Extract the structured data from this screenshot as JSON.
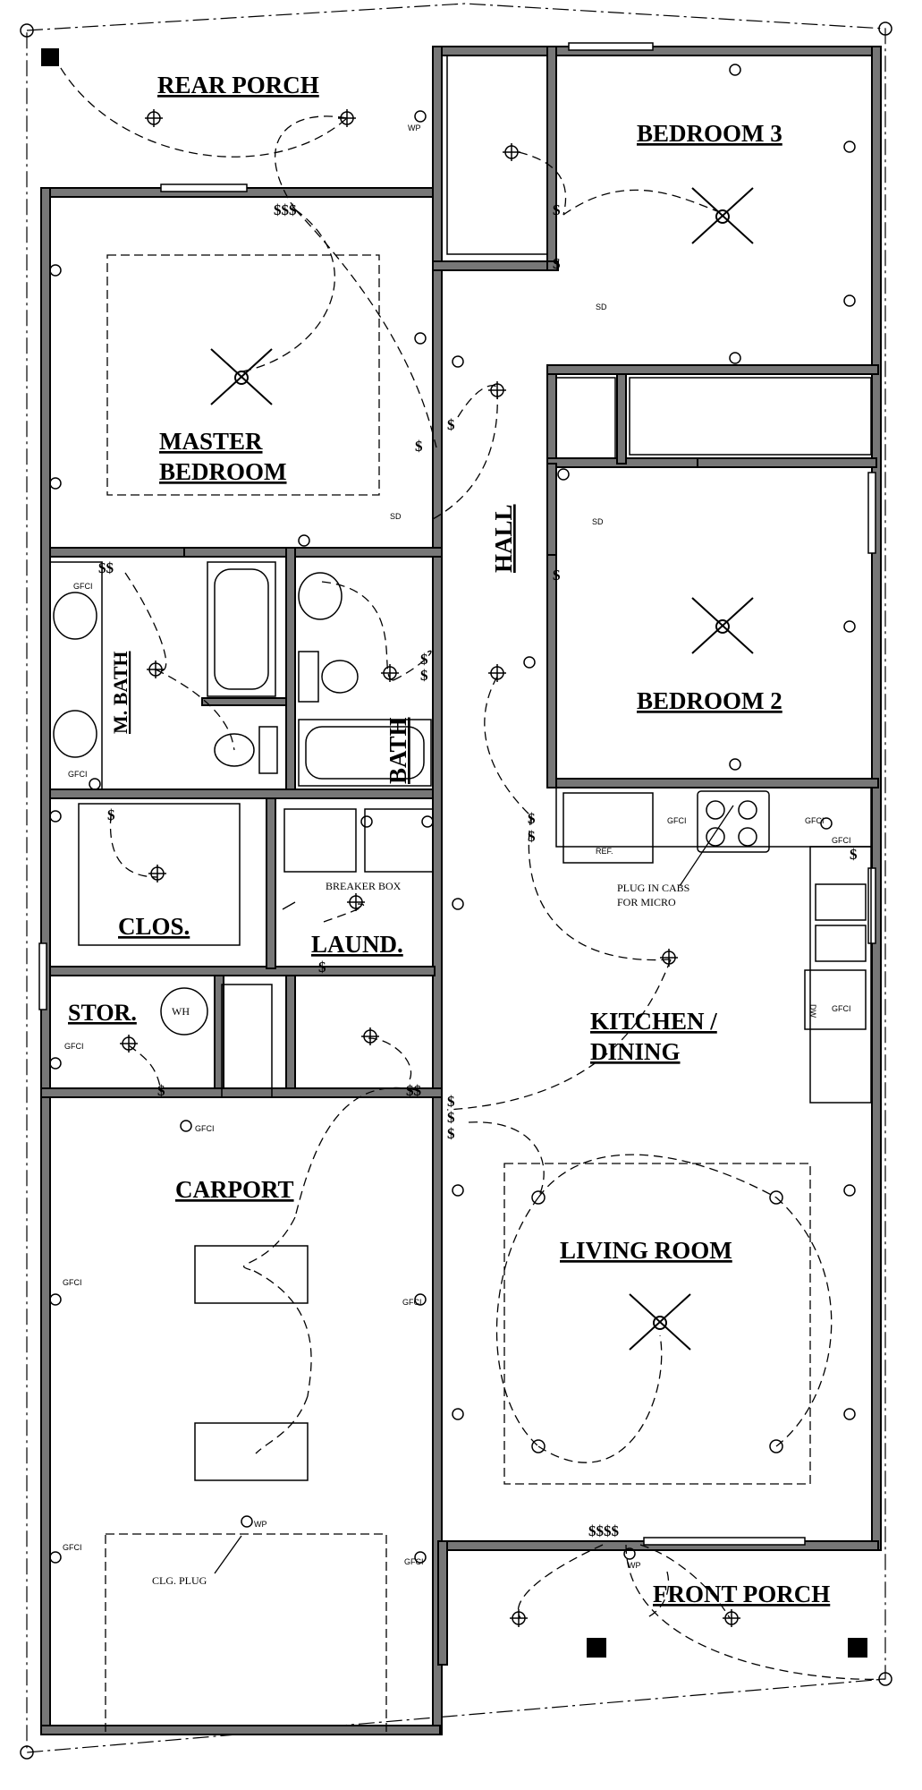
{
  "rooms": {
    "rear_porch": "REAR PORCH",
    "bedroom3": "BEDROOM 3",
    "master_bedroom_1": "MASTER",
    "master_bedroom_2": "BEDROOM",
    "hall": "HALL",
    "bedroom2": "BEDROOM 2",
    "m_bath": "M. BATH",
    "bath": "BATH",
    "clos": "CLOS.",
    "laund": "LAUND.",
    "stor": "STOR.",
    "kitchen_1": "KITCHEN /",
    "kitchen_2": "DINING",
    "carport": "CARPORT",
    "living_room": "LIVING ROOM",
    "front_porch": "FRONT PORCH"
  },
  "notes": {
    "wp": "WP",
    "gfci": "GFCI",
    "wh": "WH",
    "sd": "SD",
    "ref": "REF.",
    "dw": "DW",
    "breaker_box": "BREAKER BOX",
    "plug_in_cabs_1": "PLUG IN CABS",
    "plug_in_cabs_2": "FOR MICRO",
    "clg_plug": "CLG. PLUG"
  },
  "switch_labels": {
    "s": "$",
    "ss": "$$",
    "sss": "$$$",
    "ssss": "$$$$",
    "s3": "3"
  },
  "colors": {
    "wall_fill": "#777777",
    "line": "#000000",
    "background": "#ffffff"
  }
}
